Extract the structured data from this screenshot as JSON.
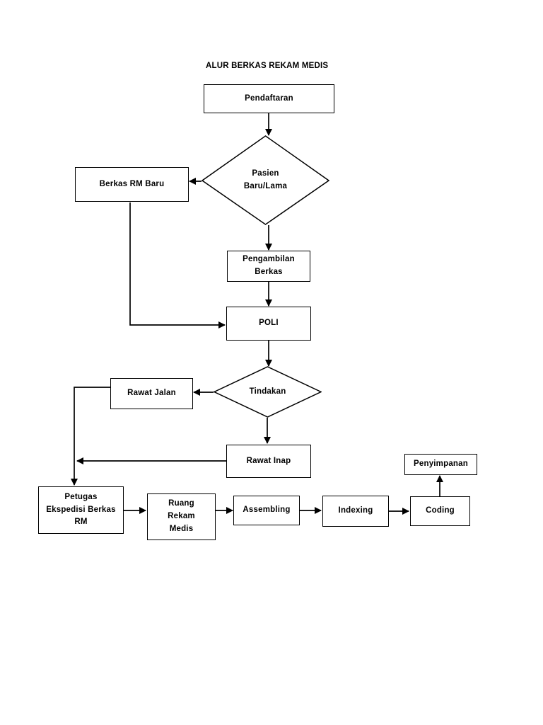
{
  "diagram": {
    "title": "ALUR BERKAS REKAM MEDIS",
    "type": "flowchart",
    "orientation": "top-to-bottom",
    "stroke_color": "#000000",
    "fill_color": "#ffffff",
    "nodes": {
      "pendaftaran": {
        "label": "Pendaftaran",
        "shape": "rectangle"
      },
      "pasien_baru_lama": {
        "label": "Pasien\nBaru/Lama",
        "shape": "diamond"
      },
      "berkas_rm_baru": {
        "label": "Berkas RM Baru",
        "shape": "rectangle"
      },
      "pengambilan_berkas": {
        "label": "Pengambilan\nBerkas",
        "shape": "rectangle"
      },
      "poli": {
        "label": "POLI",
        "shape": "rectangle"
      },
      "tindakan": {
        "label": "Tindakan",
        "shape": "diamond"
      },
      "rawat_jalan": {
        "label": "Rawat Jalan",
        "shape": "rectangle"
      },
      "rawat_inap": {
        "label": "Rawat Inap",
        "shape": "rectangle"
      },
      "petugas_ekspedisi": {
        "label": "Petugas\nEkspedisi Berkas\nRM",
        "shape": "rectangle"
      },
      "ruang_rekam_medis": {
        "label": "Ruang\nRekam\nMedis",
        "shape": "rectangle"
      },
      "assembling": {
        "label": "Assembling",
        "shape": "rectangle"
      },
      "indexing": {
        "label": "Indexing",
        "shape": "rectangle"
      },
      "coding": {
        "label": "Coding",
        "shape": "rectangle"
      },
      "penyimpanan": {
        "label": "Penyimpanan",
        "shape": "rectangle"
      }
    },
    "edges": [
      {
        "from": "pendaftaran",
        "to": "pasien_baru_lama",
        "direction": "down"
      },
      {
        "from": "pasien_baru_lama",
        "to": "berkas_rm_baru",
        "direction": "left"
      },
      {
        "from": "pasien_baru_lama",
        "to": "pengambilan_berkas",
        "direction": "down"
      },
      {
        "from": "berkas_rm_baru",
        "to": "poli",
        "direction": "down-then-right"
      },
      {
        "from": "pengambilan_berkas",
        "to": "poli",
        "direction": "down"
      },
      {
        "from": "poli",
        "to": "tindakan",
        "direction": "down"
      },
      {
        "from": "tindakan",
        "to": "rawat_jalan",
        "direction": "left"
      },
      {
        "from": "tindakan",
        "to": "rawat_inap",
        "direction": "down"
      },
      {
        "from": "rawat_jalan",
        "to": "petugas_ekspedisi",
        "direction": "left-then-down"
      },
      {
        "from": "rawat_inap",
        "to": "petugas_ekspedisi",
        "direction": "left-then-down"
      },
      {
        "from": "petugas_ekspedisi",
        "to": "ruang_rekam_medis",
        "direction": "right"
      },
      {
        "from": "ruang_rekam_medis",
        "to": "assembling",
        "direction": "right"
      },
      {
        "from": "assembling",
        "to": "indexing",
        "direction": "right"
      },
      {
        "from": "indexing",
        "to": "coding",
        "direction": "right"
      },
      {
        "from": "coding",
        "to": "penyimpanan",
        "direction": "up"
      }
    ]
  }
}
